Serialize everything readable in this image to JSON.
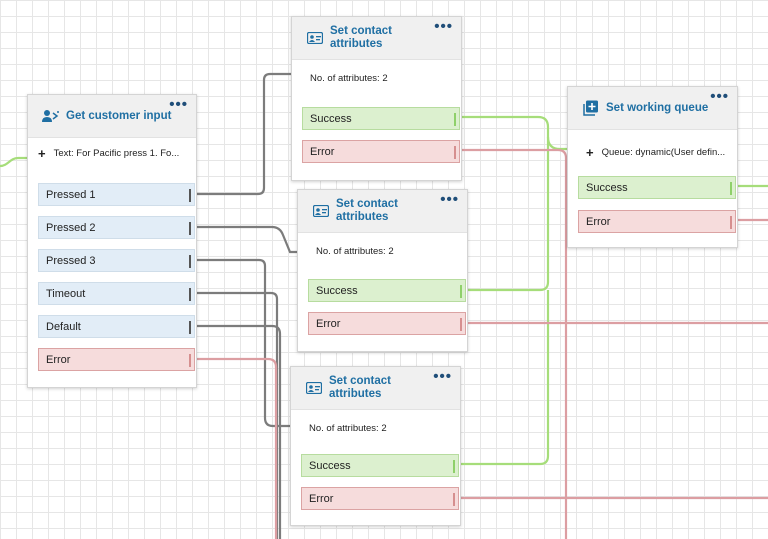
{
  "colors": {
    "title": "#1f6fa3",
    "wire_gray": "#7c7c7c",
    "wire_green": "#a6dd7a",
    "wire_red": "#dc9ea2",
    "branch_blue": "#e2edf7",
    "branch_green": "#dcf0cf",
    "branch_red": "#f6dcdc"
  },
  "blocks": {
    "get_input": {
      "title": "Get customer input",
      "icon": "customer-input-icon",
      "param_text": "Text: For Pacific press 1. Fo...",
      "branches": [
        "Pressed 1",
        "Pressed 2",
        "Pressed 3",
        "Timeout",
        "Default",
        "Error"
      ]
    },
    "set_attr_1": {
      "title_line1": "Set contact",
      "title_line2": "attributes",
      "icon": "contact-card-icon",
      "param_text": "No. of attributes: 2",
      "success": "Success",
      "error": "Error"
    },
    "set_attr_2": {
      "title_line1": "Set contact",
      "title_line2": "attributes",
      "icon": "contact-card-icon",
      "param_text": "No. of attributes: 2",
      "success": "Success",
      "error": "Error"
    },
    "set_attr_3": {
      "title_line1": "Set contact",
      "title_line2": "attributes",
      "icon": "contact-card-icon",
      "param_text": "No. of attributes: 2",
      "success": "Success",
      "error": "Error"
    },
    "set_queue": {
      "title": "Set working queue",
      "icon": "queue-add-icon",
      "param_text": "Queue: dynamic(User defin...",
      "success": "Success",
      "error": "Error"
    }
  },
  "more_glyph": "•••",
  "plus_glyph": "+"
}
